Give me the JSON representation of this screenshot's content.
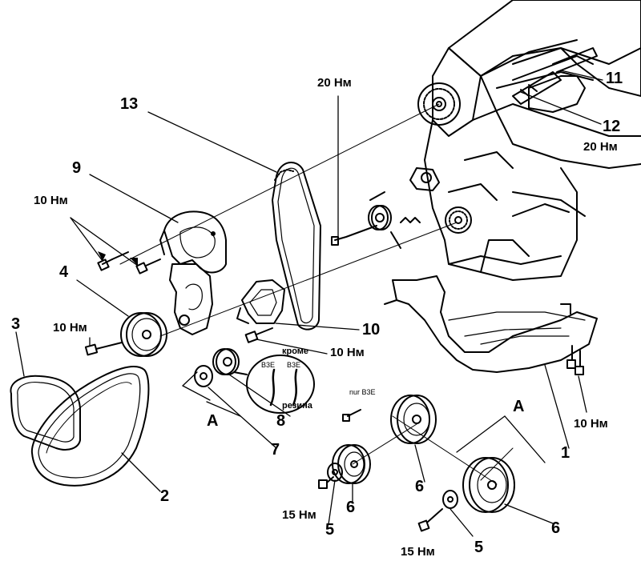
{
  "labels": {
    "n1": "1",
    "n2": "2",
    "n3": "3",
    "n4": "4",
    "n5a": "5",
    "n5b": "5",
    "n6a": "6",
    "n6b": "6",
    "n6c": "6",
    "n7": "7",
    "n8": "8",
    "n9": "9",
    "n10": "10",
    "n11": "11",
    "n12": "12",
    "n13": "13",
    "groupA1": "A",
    "groupA2": "A"
  },
  "torques": {
    "t20_top": "20 Нм",
    "t20_right": "20 Нм",
    "t10_left": "10 Нм",
    "t10_pulley": "10 Нм",
    "t10_center": "10 Нм",
    "t10_right": "10 Нм",
    "t15_a": "15 Нм",
    "t15_b": "15 Нм"
  },
  "notes": {
    "except": "кроме",
    "b3e_a": "B3E",
    "b3e_b": "B3E",
    "rubber": "резина",
    "nur_b3e": "nur B3E"
  }
}
